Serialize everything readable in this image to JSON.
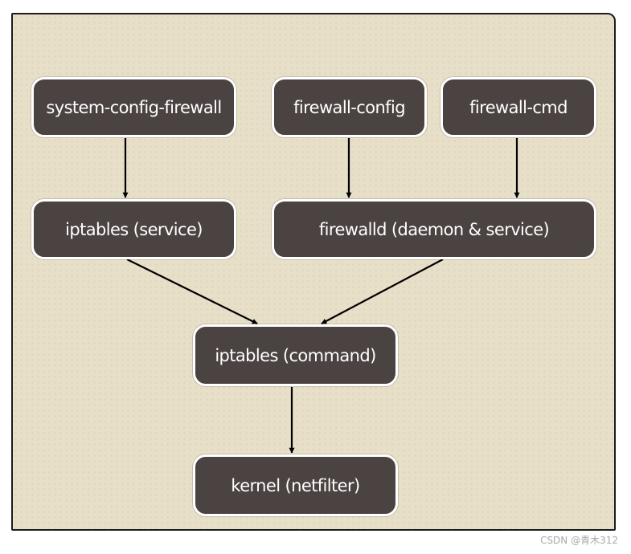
{
  "diagram": {
    "nodes": [
      {
        "id": "scf",
        "label": "system-config-firewall"
      },
      {
        "id": "fc",
        "label": "firewall-config"
      },
      {
        "id": "fcmd",
        "label": "firewall-cmd"
      },
      {
        "id": "ipts",
        "label": "iptables (service)"
      },
      {
        "id": "fwd",
        "label": "firewalld (daemon & service)"
      },
      {
        "id": "iptc",
        "label": "iptables (command)"
      },
      {
        "id": "kern",
        "label": "kernel (netfilter)"
      }
    ],
    "edges": [
      {
        "from": "system-config-firewall",
        "to": "iptables (service)"
      },
      {
        "from": "firewall-config",
        "to": "firewalld (daemon & service)"
      },
      {
        "from": "firewall-cmd",
        "to": "firewalld (daemon & service)"
      },
      {
        "from": "iptables (service)",
        "to": "iptables (command)"
      },
      {
        "from": "firewalld (daemon & service)",
        "to": "iptables (command)"
      },
      {
        "from": "iptables (command)",
        "to": "kernel (netfilter)"
      }
    ]
  },
  "watermark": "CSDN @青木312",
  "colors": {
    "background": "#e8dfc8",
    "node_fill": "#4b4341",
    "node_text": "#ffffff",
    "arrow": "#000000"
  }
}
